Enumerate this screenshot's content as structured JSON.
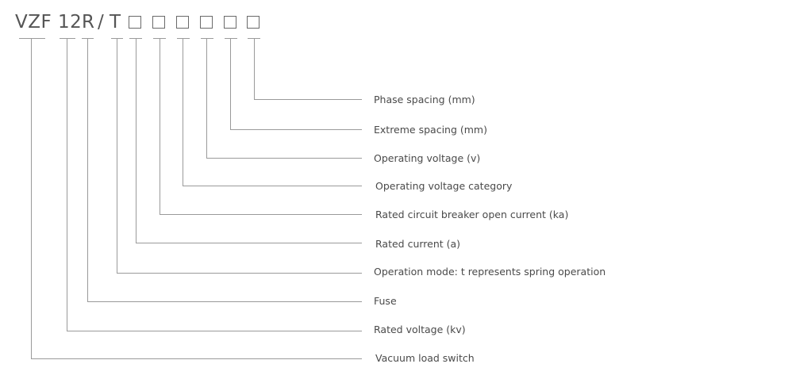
{
  "model_code": {
    "prefix": "VZF",
    "voltage": "12",
    "fuse": "R",
    "separator": "/",
    "mode": "T",
    "placeholder_count": 6
  },
  "labels": [
    "Phase spacing (mm)",
    "Extreme spacing (mm)",
    "Operating voltage (v)",
    "Operating voltage category",
    "Rated circuit breaker open current (ka)",
    "Rated current (a)",
    "Operation mode: t represents spring operation",
    "Fuse",
    "Rated voltage (kv)",
    "Vacuum load switch"
  ],
  "colors": {
    "text": "#4a4a4a",
    "code_text": "#555555",
    "line": "#9a9a9a",
    "box_border": "#6a6a6a"
  }
}
